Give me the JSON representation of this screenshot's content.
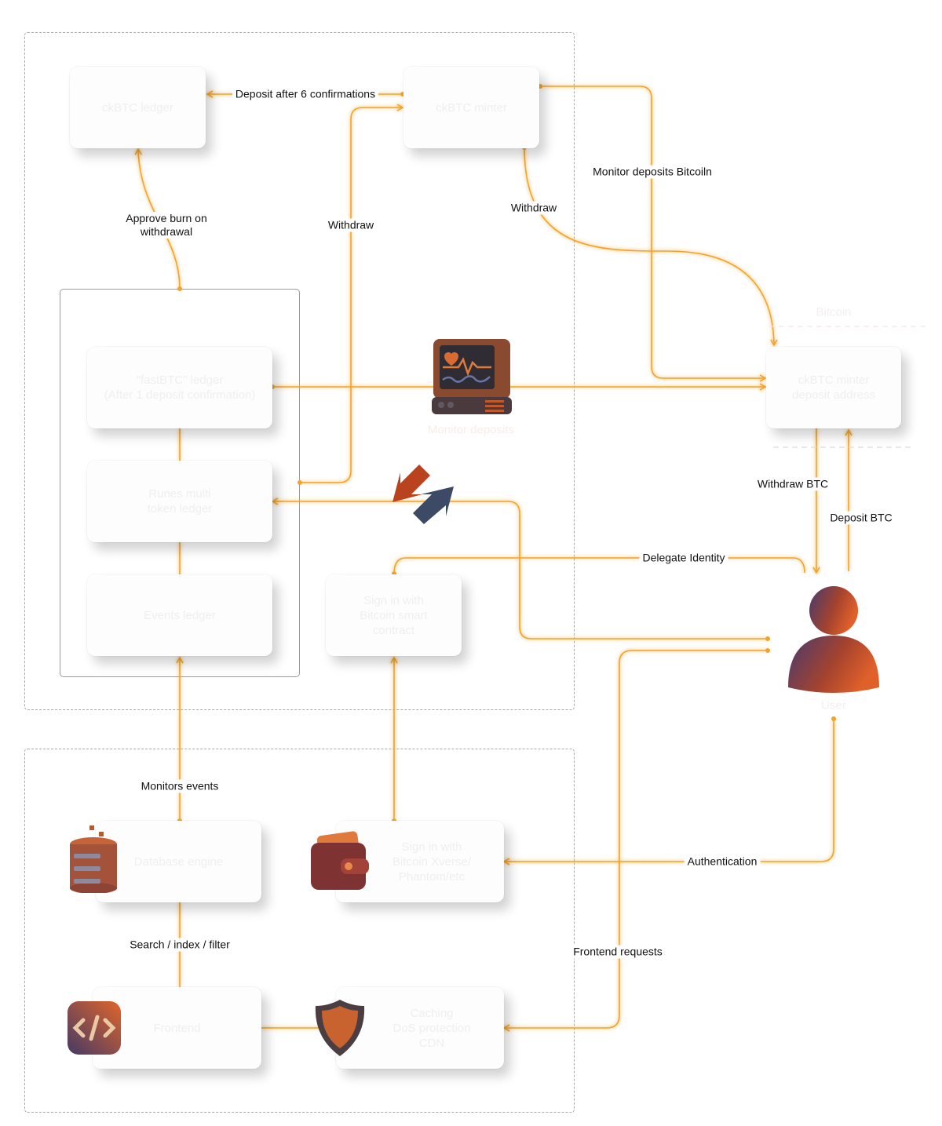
{
  "diagram": {
    "accent_color": "#f2a32a",
    "nodes": {
      "ckbtc_ledger": "ckBTC ledger",
      "ckbtc_minter": "ckBTC minter",
      "fastbtc_ledger": "\"fastBTC\" ledger\n(After 1 deposit confirmation)",
      "runes_ledger": "Runes multi\ntoken ledger",
      "events_ledger": "Events ledger",
      "siwb_contract": "Sign in with\nBitcoin smart\ncontract",
      "deposit_address": "ckBTC minter\ndeposit address",
      "database_engine": "Database engine",
      "siwb_wallet": "Sign in with\nBitcoin Xverse/\nPhantom/etc",
      "frontend": "Frontend",
      "caching": "Caching\nDoS protection\nCDN"
    },
    "faint_labels": {
      "monitor_deposits": "Monitor deposits",
      "bitcoin": "Bitcoin",
      "user": "User"
    },
    "edges": {
      "deposit_after_6": "Deposit after 6 confirmations",
      "monitor_deposits_bitcoin": "Monitor deposits Bitcoiln",
      "approve_burn": "Approve burn on\nwithdrawal",
      "withdraw_left": "Withdraw",
      "withdraw_right": "Withdraw",
      "withdraw_btc": "Withdraw BTC",
      "deposit_btc": "Deposit BTC",
      "delegate_identity": "Delegate Identity",
      "monitors_events": "Monitors events",
      "authentication": "Authentication",
      "search_index_filter": "Search / index / filter",
      "frontend_requests": "Frontend requests"
    },
    "icons": {
      "monitor": "heart-monitor-icon",
      "swap": "swap-arrows-icon",
      "user": "user-icon",
      "database": "database-icon",
      "wallet": "wallet-icon",
      "code": "code-icon",
      "shield": "shield-icon"
    }
  }
}
